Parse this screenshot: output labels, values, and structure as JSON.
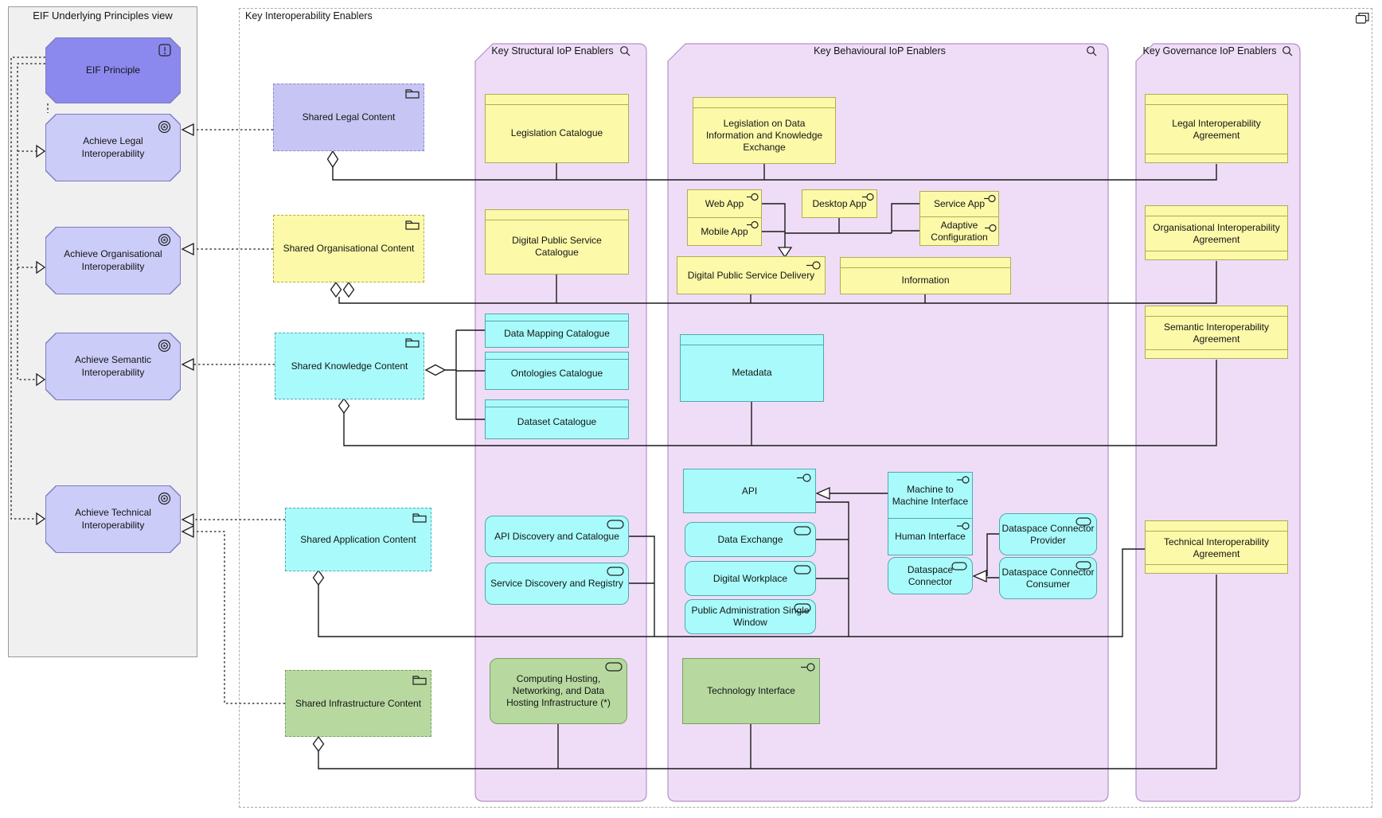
{
  "left_panel": {
    "title": "EIF Underlying Principles view"
  },
  "container": {
    "title": "Key Interoperability Enablers"
  },
  "columns": {
    "structural": "Key Structural IoP Enablers",
    "behavioural": "Key Behavioural IoP Enablers",
    "governance": "Key Governance IoP Enablers"
  },
  "nodes": {
    "eif_principle": "EIF Principle",
    "achieve_legal": "Achieve Legal Interoperability",
    "achieve_organisational": "Achieve Organisational Interoperability",
    "achieve_semantic": "Achieve Semantic Interoperability",
    "achieve_technical": "Achieve Technical Interoperability",
    "shared_legal": "Shared Legal Content",
    "shared_organisational": "Shared Organisational Content",
    "shared_knowledge": "Shared Knowledge Content",
    "shared_application": "Shared Application Content",
    "shared_infrastructure": "Shared Infrastructure Content",
    "legislation_catalogue": "Legislation Catalogue",
    "digital_public_service_catalogue": "Digital Public Service Catalogue",
    "data_mapping_catalogue": "Data Mapping Catalogue",
    "ontologies_catalogue": "Ontologies Catalogue",
    "dataset_catalogue": "Dataset Catalogue",
    "api_discovery_catalogue": "API Discovery and Catalogue",
    "service_discovery_registry": "Service Discovery and Registry",
    "computing_hosting_infrastructure": "Computing Hosting, Networking, and Data Hosting Infrastructure (*)",
    "legislation_data_knowledge": "Legislation on Data Information and Knowledge Exchange",
    "web_app": "Web App",
    "mobile_app": "Mobile App",
    "desktop_app": "Desktop App",
    "service_app": "Service App",
    "adaptive_configuration": "Adaptive Configuration",
    "digital_public_service_delivery": "Digital Public Service Delivery",
    "information": "Information",
    "metadata": "Metadata",
    "api": "API",
    "data_exchange": "Data Exchange",
    "digital_workplace": "Digital Workplace",
    "public_admin_single_window": "Public Administration Single Window",
    "machine_to_machine_interface": "Machine to Machine Interface",
    "human_interface": "Human Interface",
    "dataspace_connector": "Dataspace Connector",
    "dataspace_connector_provider": "Dataspace Connector Provider",
    "dataspace_connector_consumer": "Dataspace Connector Consumer",
    "technology_interface": "Technology Interface",
    "legal_agreement": "Legal Interoperability Agreement",
    "organisational_agreement": "Organisational Interoperability Agreement",
    "semantic_agreement": "Semantic Interoperability Agreement",
    "technical_agreement": "Technical Interoperability Agreement"
  },
  "colors": {
    "principle_fill": "#8b89ee",
    "goal_fill": "#ccccf9",
    "lavender_fill": "#c7c5f3",
    "yellow_fill": "#fcf9a9",
    "yellow_border": "#b3ab53",
    "cyan_fill": "#a9fbfb",
    "cyan_border": "#53a7ad",
    "green_fill": "#b7d9a0",
    "green_border": "#7a9e62",
    "column_fill": "#efddf7",
    "column_border": "#b68fc9",
    "panel_fill": "#f0f0f1"
  }
}
